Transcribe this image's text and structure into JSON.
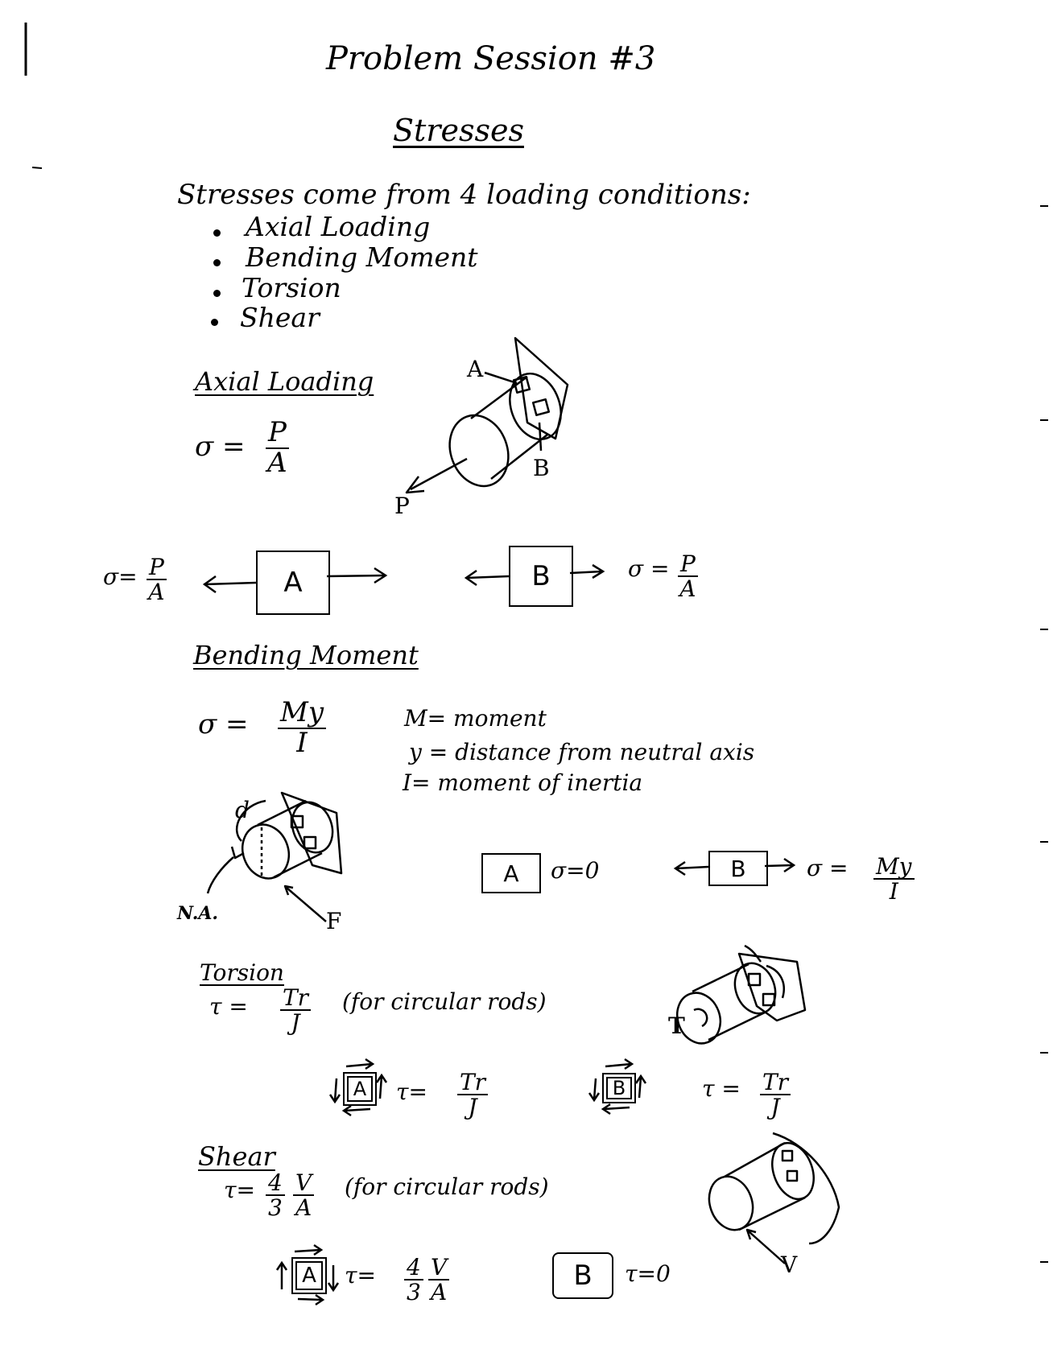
{
  "page": {
    "title": "Problem Session #3",
    "heading": "Stresses",
    "intro": "Stresses come from 4 loading conditions:",
    "bullets": [
      "Axial Loading",
      "Bending Moment",
      "Torsion",
      "Shear"
    ]
  },
  "axial": {
    "heading": "Axial Loading",
    "sigma_eq": "σ =",
    "num": "P",
    "den": "A",
    "fig_label_a": "A",
    "fig_label_b": "B",
    "fig_label_p": "P",
    "box_a": "A",
    "box_b": "B",
    "left_eq": "σ=",
    "right_eq": "σ =",
    "frac_num": "P",
    "frac_den": "A"
  },
  "bending": {
    "heading": "Bending Moment",
    "sigma_eq": "σ =",
    "num": "My",
    "den": "I",
    "def_m": "M= moment",
    "def_y": "y = distance from neutral axis",
    "def_i": "I= moment of inertia",
    "fig_label_d": "d",
    "fig_label_na": "N.A.",
    "fig_label_f": "F",
    "box_a": "A",
    "box_a_eq": "σ=0",
    "box_b": "B",
    "box_b_eq": "σ =",
    "frac_num": "My",
    "frac_den": "I"
  },
  "torsion": {
    "heading": "Torsion",
    "tau_eq": "τ =",
    "num": "Tr",
    "den": "J",
    "note": "(for circular rods)",
    "fig_label_t": "T",
    "box_a": "A",
    "box_b": "B",
    "eq_a": "τ=",
    "eq_b": "τ =",
    "frac_num": "Tr",
    "frac_den": "J"
  },
  "shear": {
    "heading": "Shear",
    "tau_eq": "τ=",
    "num": "4",
    "den": "3",
    "num2": "V",
    "den2": "A",
    "note": "(for circular rods)",
    "fig_label_v": "V",
    "box_a": "A",
    "box_b": "B",
    "eq_a": "τ=",
    "eq_b": "τ=0"
  }
}
